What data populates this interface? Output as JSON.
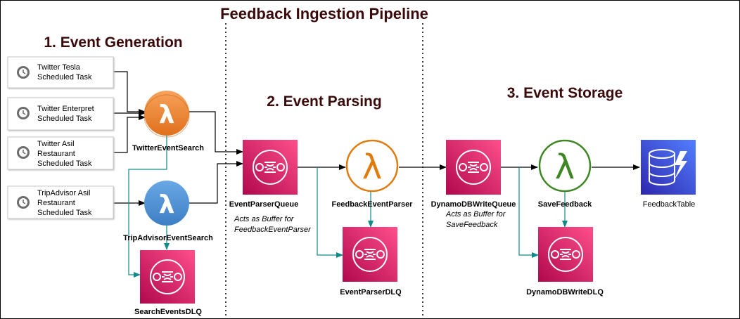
{
  "title": "Feedback Ingestion Pipeline",
  "sections": {
    "generation": "1. Event Generation",
    "parsing": "2. Event Parsing",
    "storage": "3. Event Storage"
  },
  "tasks": {
    "tesla": [
      "Twitter Tesla",
      "Scheduled Task"
    ],
    "enterprise": [
      "Twitter Enterpret",
      "Scheduled Task"
    ],
    "asil": [
      "Twitter Asil",
      "Restaurant",
      "Scheduled Task"
    ],
    "tripadvisor": [
      "TripAdvisor Asil",
      "Restaurant",
      "Scheduled Task"
    ]
  },
  "nodes": {
    "twitter_search": "TwitterEventSearch",
    "tripadvisor_search": "TripAdvisorEventSearch",
    "search_dlq": "SearchEventsDLQ",
    "parser_queue": "EventParserQueue",
    "parser": "FeedbackEventParser",
    "parser_dlq": "EventParserDLQ",
    "write_queue": "DynamoDBWriteQueue",
    "save": "SaveFeedback",
    "write_dlq": "DynamoDBWriteDLQ",
    "table": "FeedbackTable"
  },
  "notes": {
    "parser_buffer": [
      "Acts as Buffer for",
      "FeedbackEventParser"
    ],
    "write_buffer": [
      "Acts as Buffer for",
      "SaveFeedback"
    ]
  },
  "colors": {
    "title": "#3a0a0a",
    "sqs": "#e7157b",
    "lambda_orange": "#f58536",
    "lambda_blue": "#4a90d9",
    "lambda_outline_orange": "#e07b0f",
    "lambda_outline_green": "#3f8624",
    "dynamodb": "#3b48cc",
    "teal_arrow": "#0e8a8a"
  },
  "icons": {
    "task": "clock-icon",
    "lambda": "lambda-icon",
    "sqs": "sqs-queue-icon",
    "dynamodb": "dynamodb-icon"
  }
}
